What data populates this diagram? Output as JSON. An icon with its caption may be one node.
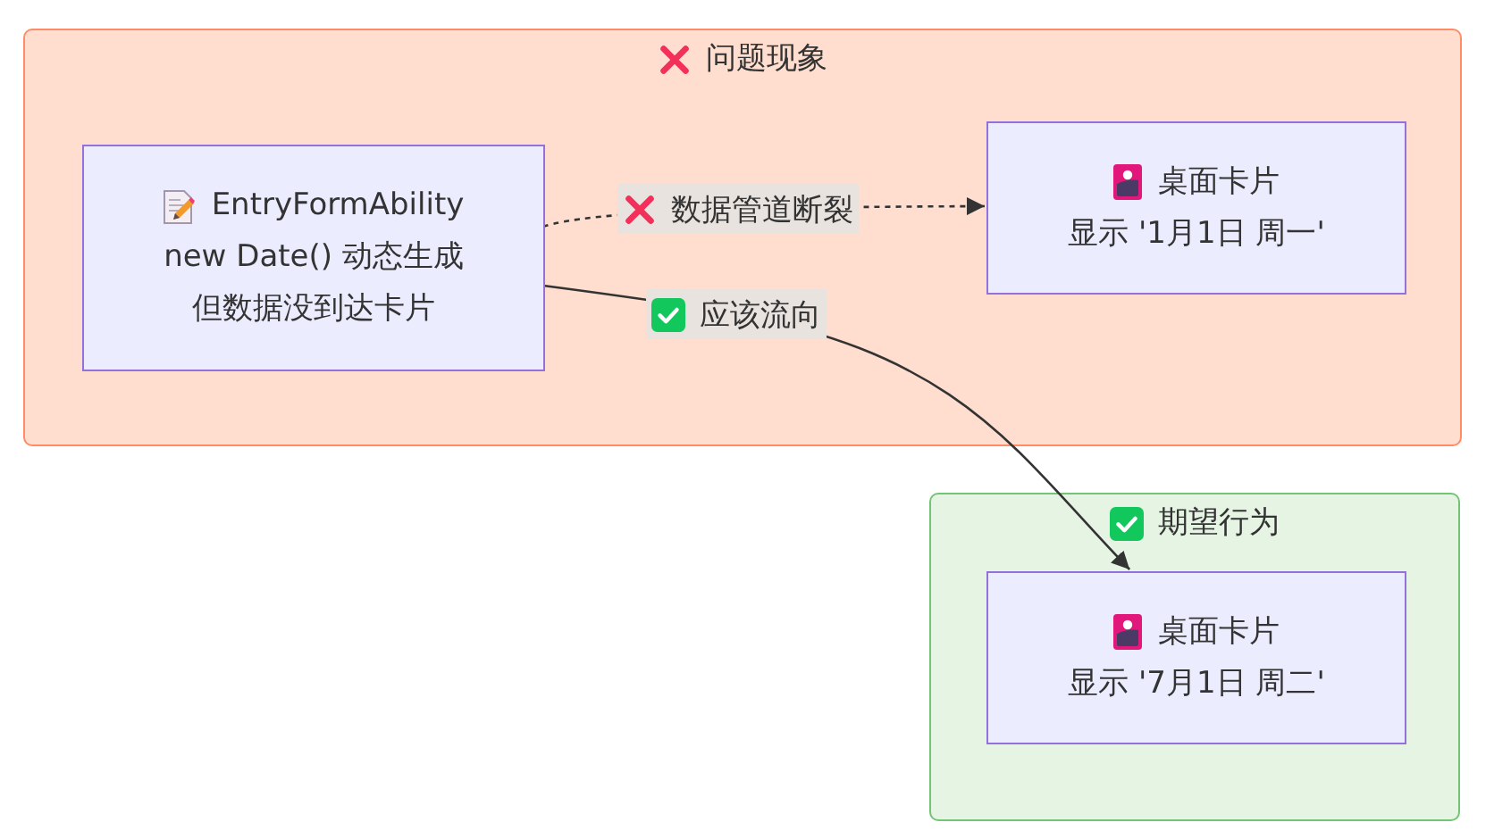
{
  "diagram": {
    "nodes": [
      {
        "text": [
          "问题现象"
        ]
      },
      {
        "text": [
          "EntryFormAbility",
          "new Date() 动态生成",
          "但数据没到达卡片"
        ],
        "in": 0
      },
      {
        "text": [
          "桌面卡片",
          "显示 '1月1日 周一'"
        ],
        "in": 0
      },
      {
        "text": [
          "期望行为"
        ]
      },
      {
        "text": [
          "桌面卡片",
          "显示 '7月1日 周二'"
        ],
        "in": 3
      }
    ],
    "edges": [
      {
        "from": 1,
        "to": 2,
        "arrow": "to",
        "label": "数据管道断裂",
        "style": "dashed"
      },
      {
        "from": 1,
        "to": 4,
        "arrow": "to",
        "label": "应该流向"
      }
    ]
  }
}
